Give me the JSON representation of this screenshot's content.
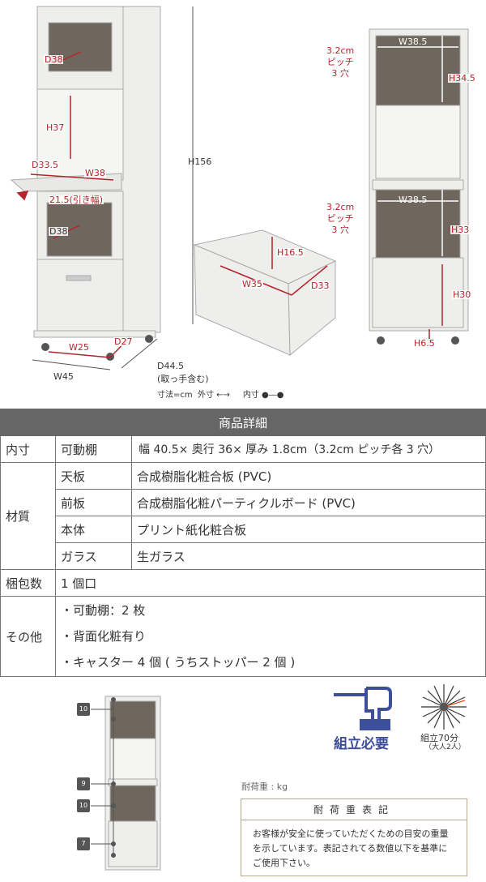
{
  "diagram_left": {
    "labels": [
      "D38",
      "H37",
      "D33.5",
      "W38",
      "21.5(引き幅)",
      "D38",
      "W25",
      "D27",
      "W45",
      "H156",
      "D44.5",
      "(取っ手含む)"
    ],
    "legend": {
      "unit": "寸法=cm",
      "outer": "外寸",
      "outer_symbol": "←→",
      "inner": "内寸",
      "inner_symbol": "●―●"
    }
  },
  "diagram_drawer": {
    "labels": [
      "H16.5",
      "W35",
      "D33"
    ]
  },
  "diagram_right": {
    "pitch_upper": [
      "3.2cm",
      "ピッチ",
      "3 穴"
    ],
    "pitch_lower": [
      "3.2cm",
      "ピッチ",
      "3 穴"
    ],
    "labels": [
      "W38.5",
      "H34.5",
      "W38.5",
      "H33",
      "H30",
      "H6.5"
    ]
  },
  "table": {
    "title": "商品詳細",
    "rows": [
      {
        "group": "内寸",
        "key": "可動棚",
        "value": "幅 40.5× 奥行 36× 厚み 1.8cm（3.2cm ピッチ各 3 穴）"
      },
      {
        "group": "材質",
        "key": "天板",
        "value": "合成樹脂化粧合板 (PVC)"
      },
      {
        "key": "前板",
        "value": "合成樹脂化粧パーティクルボード (PVC)"
      },
      {
        "key": "本体",
        "value": "プリント紙化粧合板"
      },
      {
        "key": "ガラス",
        "value": "生ガラス"
      },
      {
        "group": "梱包数",
        "value": "1 個口"
      },
      {
        "group": "その他",
        "items": [
          "・可動棚：2 枚",
          "・背面化粧有り",
          "・キャスター 4 個 ( うちストッパー 2 個 )"
        ]
      }
    ]
  },
  "load": {
    "badges": [
      "10",
      "9",
      "10",
      "7"
    ],
    "unit_label": "耐荷重 : kg",
    "box_title": "耐荷重表記",
    "box_text": "お客様が安全に使っていただくための目安の重量を示しています。表記されてる数値以下を基準にご使用下さい。"
  },
  "assembly": {
    "required": "組立必要",
    "time": "組立70分",
    "people": "（大人2人）",
    "accent": "#3d4f9a"
  }
}
